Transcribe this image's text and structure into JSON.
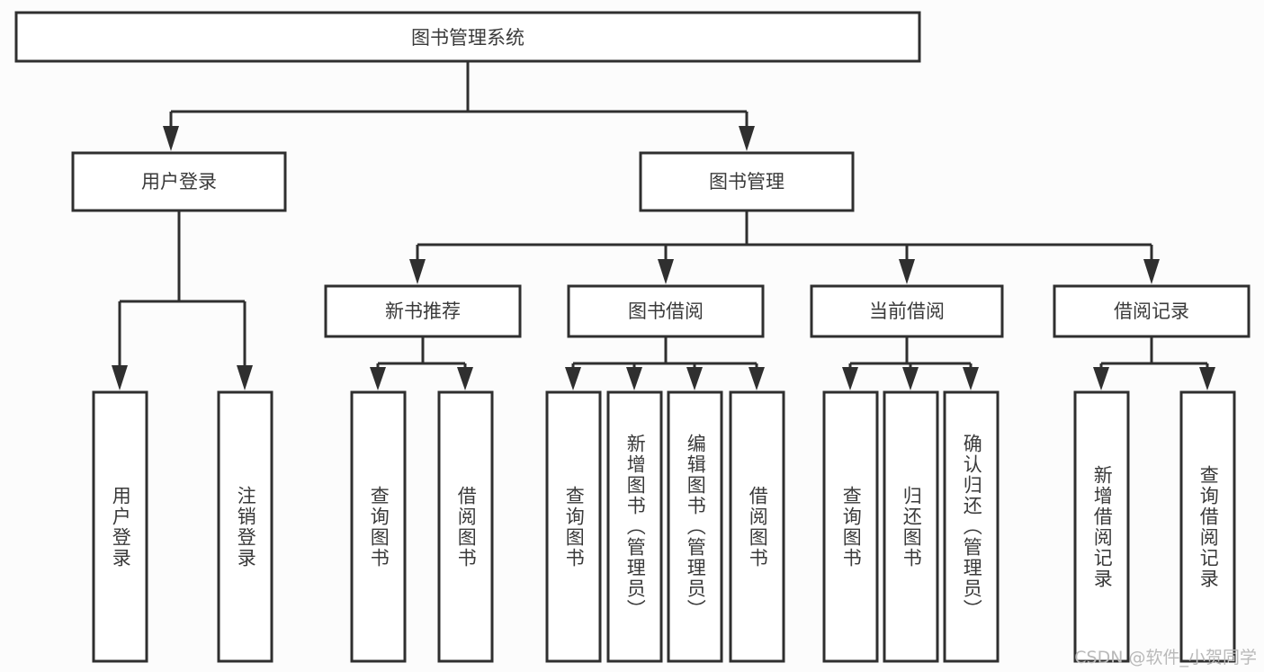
{
  "diagram": {
    "title": "图书管理系统",
    "type": "tree",
    "watermark": "CSDN @软件_小贺同学",
    "colors": {
      "box_fill": "#ffffff",
      "box_stroke": "#2f2f2f",
      "text": "#3a3a3a",
      "background": "#fcfcfc",
      "watermark": "#b9b9b9"
    },
    "root": {
      "label": "图书管理系统"
    },
    "level2": [
      {
        "label": "用户登录"
      },
      {
        "label": "图书管理"
      }
    ],
    "level3": [
      {
        "label": "新书推荐"
      },
      {
        "label": "图书借阅"
      },
      {
        "label": "当前借阅"
      },
      {
        "label": "借阅记录"
      }
    ],
    "leaves": [
      {
        "label": "用户登录",
        "parent": "用户登录"
      },
      {
        "label": "注销登录",
        "parent": "用户登录"
      },
      {
        "label": "查询图书",
        "parent": "新书推荐"
      },
      {
        "label": "借阅图书",
        "parent": "新书推荐"
      },
      {
        "label": "查询图书",
        "parent": "图书借阅"
      },
      {
        "label": "新增图书（管理员）",
        "parent": "图书借阅"
      },
      {
        "label": "编辑图书（管理员）",
        "parent": "图书借阅"
      },
      {
        "label": "借阅图书",
        "parent": "图书借阅"
      },
      {
        "label": "查询图书",
        "parent": "当前借阅"
      },
      {
        "label": "归还图书",
        "parent": "当前借阅"
      },
      {
        "label": "确认归还（管理员）",
        "parent": "当前借阅"
      },
      {
        "label": "新增借阅记录",
        "parent": "借阅记录"
      },
      {
        "label": "查询借阅记录",
        "parent": "借阅记录"
      }
    ]
  }
}
